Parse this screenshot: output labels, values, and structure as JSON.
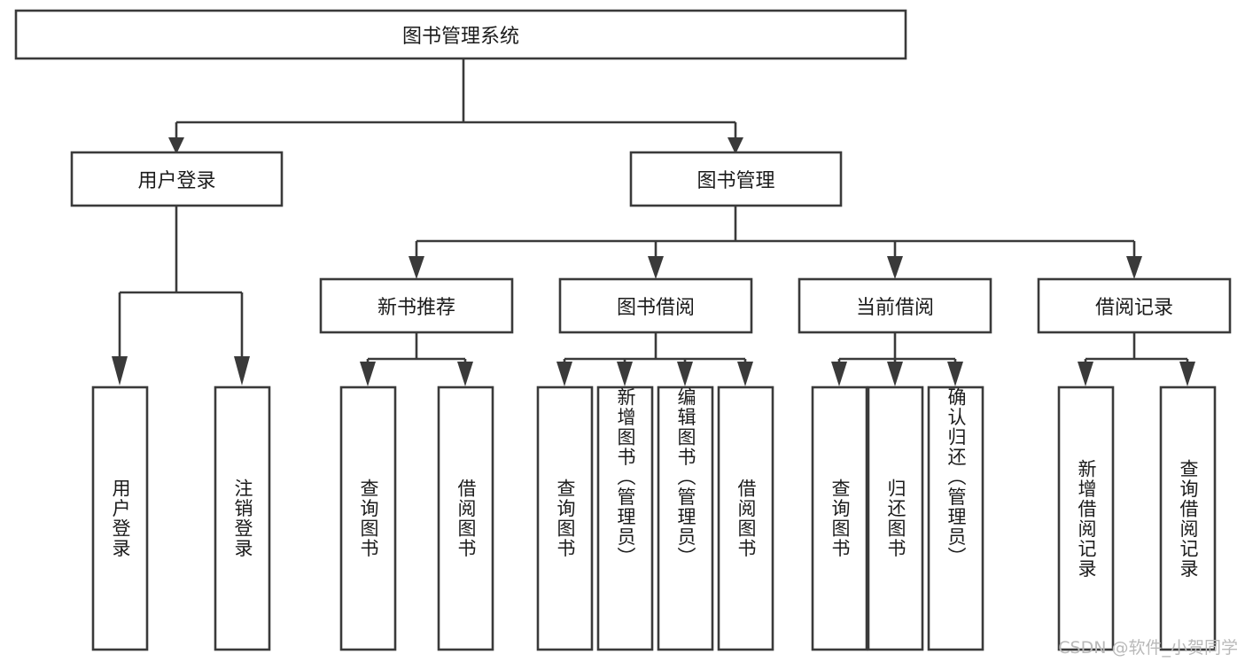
{
  "diagram": {
    "type": "tree",
    "title": "图书管理系统",
    "orientation": "top-down",
    "watermark": "CSDN @软件_小贺同学",
    "nodes": {
      "root": {
        "label": "图书管理系统",
        "level": 1,
        "text_direction": "horizontal"
      },
      "l2": [
        {
          "id": "user-login",
          "label": "用户登录",
          "level": 2,
          "text_direction": "horizontal"
        },
        {
          "id": "book-manage",
          "label": "图书管理",
          "level": 2,
          "text_direction": "horizontal"
        }
      ],
      "l3": [
        {
          "id": "new-book-recommend",
          "label": "新书推荐",
          "level": 3,
          "parent": "book-manage",
          "text_direction": "horizontal"
        },
        {
          "id": "book-borrow",
          "label": "图书借阅",
          "level": 3,
          "parent": "book-manage",
          "text_direction": "horizontal"
        },
        {
          "id": "current-borrow",
          "label": "当前借阅",
          "level": 3,
          "parent": "book-manage",
          "text_direction": "horizontal"
        },
        {
          "id": "borrow-record",
          "label": "借阅记录",
          "level": 3,
          "parent": "book-manage",
          "text_direction": "horizontal"
        }
      ],
      "leaves": [
        {
          "id": "leaf-user-login",
          "label": "用户登录",
          "parent": "user-login",
          "text_direction": "vertical"
        },
        {
          "id": "leaf-logout-login",
          "label": "注销登录",
          "parent": "user-login",
          "text_direction": "vertical"
        },
        {
          "id": "leaf-query-book-1",
          "label": "查询图书",
          "parent": "new-book-recommend",
          "text_direction": "vertical"
        },
        {
          "id": "leaf-borrow-book-1",
          "label": "借阅图书",
          "parent": "new-book-recommend",
          "text_direction": "vertical"
        },
        {
          "id": "leaf-query-book-2",
          "label": "查询图书",
          "parent": "book-borrow",
          "text_direction": "vertical"
        },
        {
          "id": "leaf-add-book",
          "label": "新增图书（管理员）",
          "parent": "book-borrow",
          "text_direction": "vertical"
        },
        {
          "id": "leaf-edit-book",
          "label": "编辑图书（管理员）",
          "parent": "book-borrow",
          "text_direction": "vertical"
        },
        {
          "id": "leaf-borrow-book-2",
          "label": "借阅图书",
          "parent": "book-borrow",
          "text_direction": "vertical"
        },
        {
          "id": "leaf-query-book-3",
          "label": "查询图书",
          "parent": "current-borrow",
          "text_direction": "vertical"
        },
        {
          "id": "leaf-return-book",
          "label": "归还图书",
          "parent": "current-borrow",
          "text_direction": "vertical"
        },
        {
          "id": "leaf-confirm-return",
          "label": "确认归还（管理员）",
          "parent": "current-borrow",
          "text_direction": "vertical"
        },
        {
          "id": "leaf-add-record",
          "label": "新增借阅记录",
          "parent": "borrow-record",
          "text_direction": "vertical"
        },
        {
          "id": "leaf-query-record",
          "label": "查询借阅记录",
          "parent": "borrow-record",
          "text_direction": "vertical"
        }
      ]
    },
    "colors": {
      "box_stroke": "#3a3a3a",
      "box_fill": "#ffffff",
      "connector": "#3a3a3a",
      "text": "#1b1b1b",
      "background": "#ffffff",
      "watermark": "#b9b9b9"
    }
  }
}
